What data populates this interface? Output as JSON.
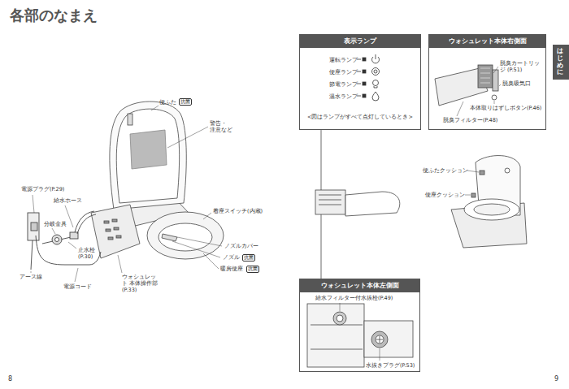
{
  "diagram": {
    "title": "各部のなまえ",
    "nodes": [
      {
        "text": [
          "抗菌"
        ]
      },
      {
        "text": [
          "抗菌"
        ]
      },
      {
        "text": [
          "抗菌"
        ]
      },
      {
        "text": [
          "表示ランプ"
        ]
      },
      {
        "text": [
          "ウォシュレット本体右側面"
        ]
      },
      {
        "text": [
          "ウォシュレット本体左側面"
        ]
      },
      {
        "text": [
          "はじめに"
        ]
      }
    ],
    "labels": [
      "便ふた",
      "警告・ 注意など",
      "着座スイッチ(内蔵)",
      "ノズルカバー",
      "ノズル",
      "暖房便座",
      "電源プラグ(P.29)",
      "給水ホース",
      "分岐金具",
      "止水栓 (P.30)",
      "アース線",
      "電源コード",
      "ウォシュレット 本体操作部(P.33)",
      "8",
      "運転ランプ",
      "便座ランプ",
      "節電ランプ",
      "温水ランプ",
      "<図はランプがすべて点灯しているとき>",
      "脱臭カートリッジ (P.51)",
      "脱臭吸気口",
      "本体取りはずしボタン(P.46)",
      "脱臭フィルター(P.48)",
      "便ふたクッション",
      "便座クッション",
      "給水フィルター付水抜栓(P.49)",
      "水抜きプラグ(P.53)",
      "9"
    ]
  }
}
